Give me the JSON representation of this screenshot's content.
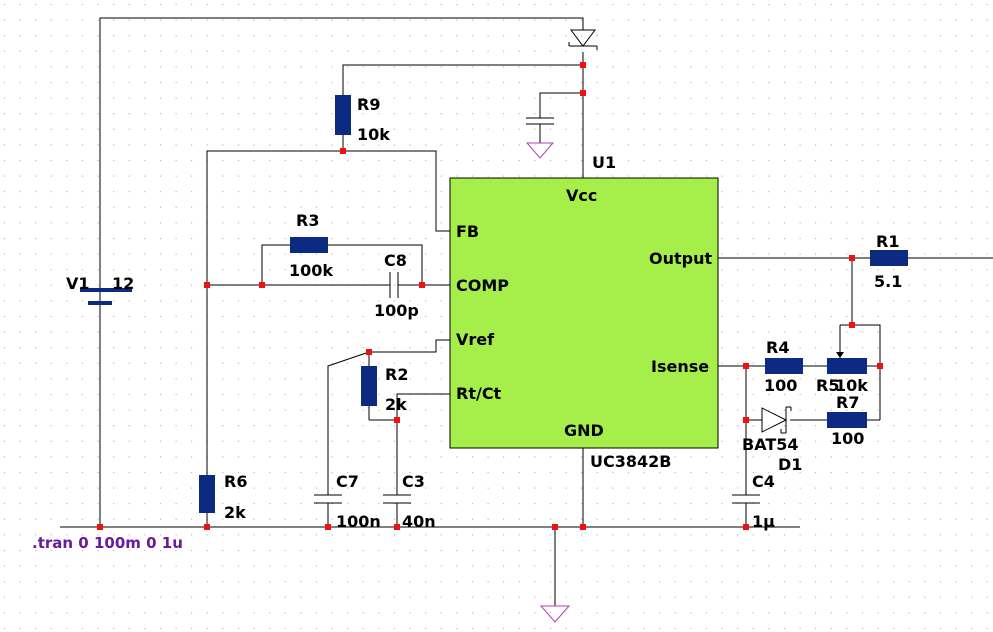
{
  "colors": {
    "wire": "#000000",
    "junction": "#ee1111",
    "component": "#0c2a82",
    "ic_fill": "#a6ee4a",
    "ground": "#b040b0",
    "directive": "#6a1a9a",
    "grid": "#9a9a9a"
  },
  "ic": {
    "ref": "U1",
    "part": "UC3842B",
    "pins": {
      "vcc": "Vcc",
      "fb": "FB",
      "comp": "COMP",
      "vref": "Vref",
      "rtct": "Rt/Ct",
      "gnd": "GND",
      "output": "Output",
      "isense": "Isense"
    }
  },
  "components": {
    "v1": {
      "ref": "V1",
      "value": "12"
    },
    "r9": {
      "ref": "R9",
      "value": "10k"
    },
    "r3": {
      "ref": "R3",
      "value": "100k"
    },
    "c8": {
      "ref": "C8",
      "value": "100p"
    },
    "r2": {
      "ref": "R2",
      "value": "2k"
    },
    "r6": {
      "ref": "R6",
      "value": "2k"
    },
    "c7": {
      "ref": "C7",
      "value": "100n"
    },
    "c3": {
      "ref": "C3",
      "value": "40n"
    },
    "r1": {
      "ref": "R1",
      "value": "5.1"
    },
    "r4": {
      "ref": "R4",
      "value": "100"
    },
    "r5": {
      "ref": "R5",
      "value": "10k"
    },
    "r7": {
      "ref": "R7",
      "value": "100"
    },
    "d1": {
      "ref": "D1",
      "value": "BAT54"
    },
    "c4": {
      "ref": "C4",
      "value": "1µ"
    }
  },
  "directive": ".tran 0 100m 0 1u"
}
